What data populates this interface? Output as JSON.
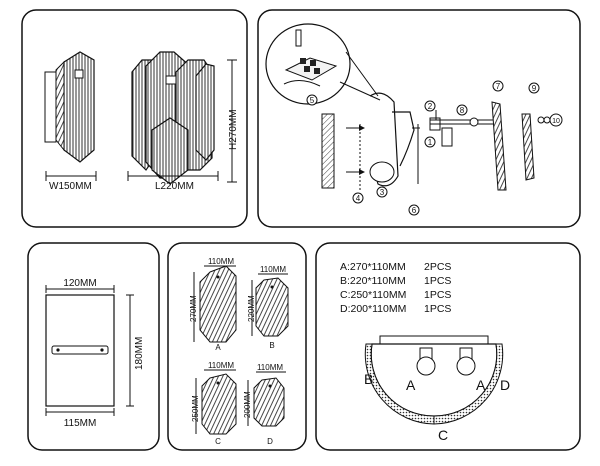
{
  "panel_fixture_dimensions": {
    "width_label": "W150MM",
    "length_label": "L220MM",
    "height_label": "H270MM"
  },
  "panel_installation": {
    "steps": [
      "1",
      "2",
      "3",
      "4",
      "5",
      "6",
      "7",
      "8",
      "9",
      "10"
    ]
  },
  "panel_backplate": {
    "top_width": "120MM",
    "height": "180MM",
    "bottom_width": "115MM"
  },
  "panel_crystal_plates": {
    "plates": [
      {
        "id": "A",
        "width": "110MM",
        "height": "270MM"
      },
      {
        "id": "B",
        "width": "110MM",
        "height": "220MM"
      },
      {
        "id": "C",
        "width": "110MM",
        "height": "250MM"
      },
      {
        "id": "D",
        "width": "110MM",
        "height": "200MM"
      }
    ]
  },
  "panel_parts_list": {
    "items": [
      {
        "spec": "A:270*110MM",
        "qty": "2PCS"
      },
      {
        "spec": "B:220*110MM",
        "qty": "1PCS"
      },
      {
        "spec": "C:250*110MM",
        "qty": "1PCS"
      },
      {
        "spec": "D:200*110MM",
        "qty": "1PCS"
      }
    ],
    "layout_labels": [
      "B",
      "A",
      "A",
      "D",
      "C"
    ]
  }
}
